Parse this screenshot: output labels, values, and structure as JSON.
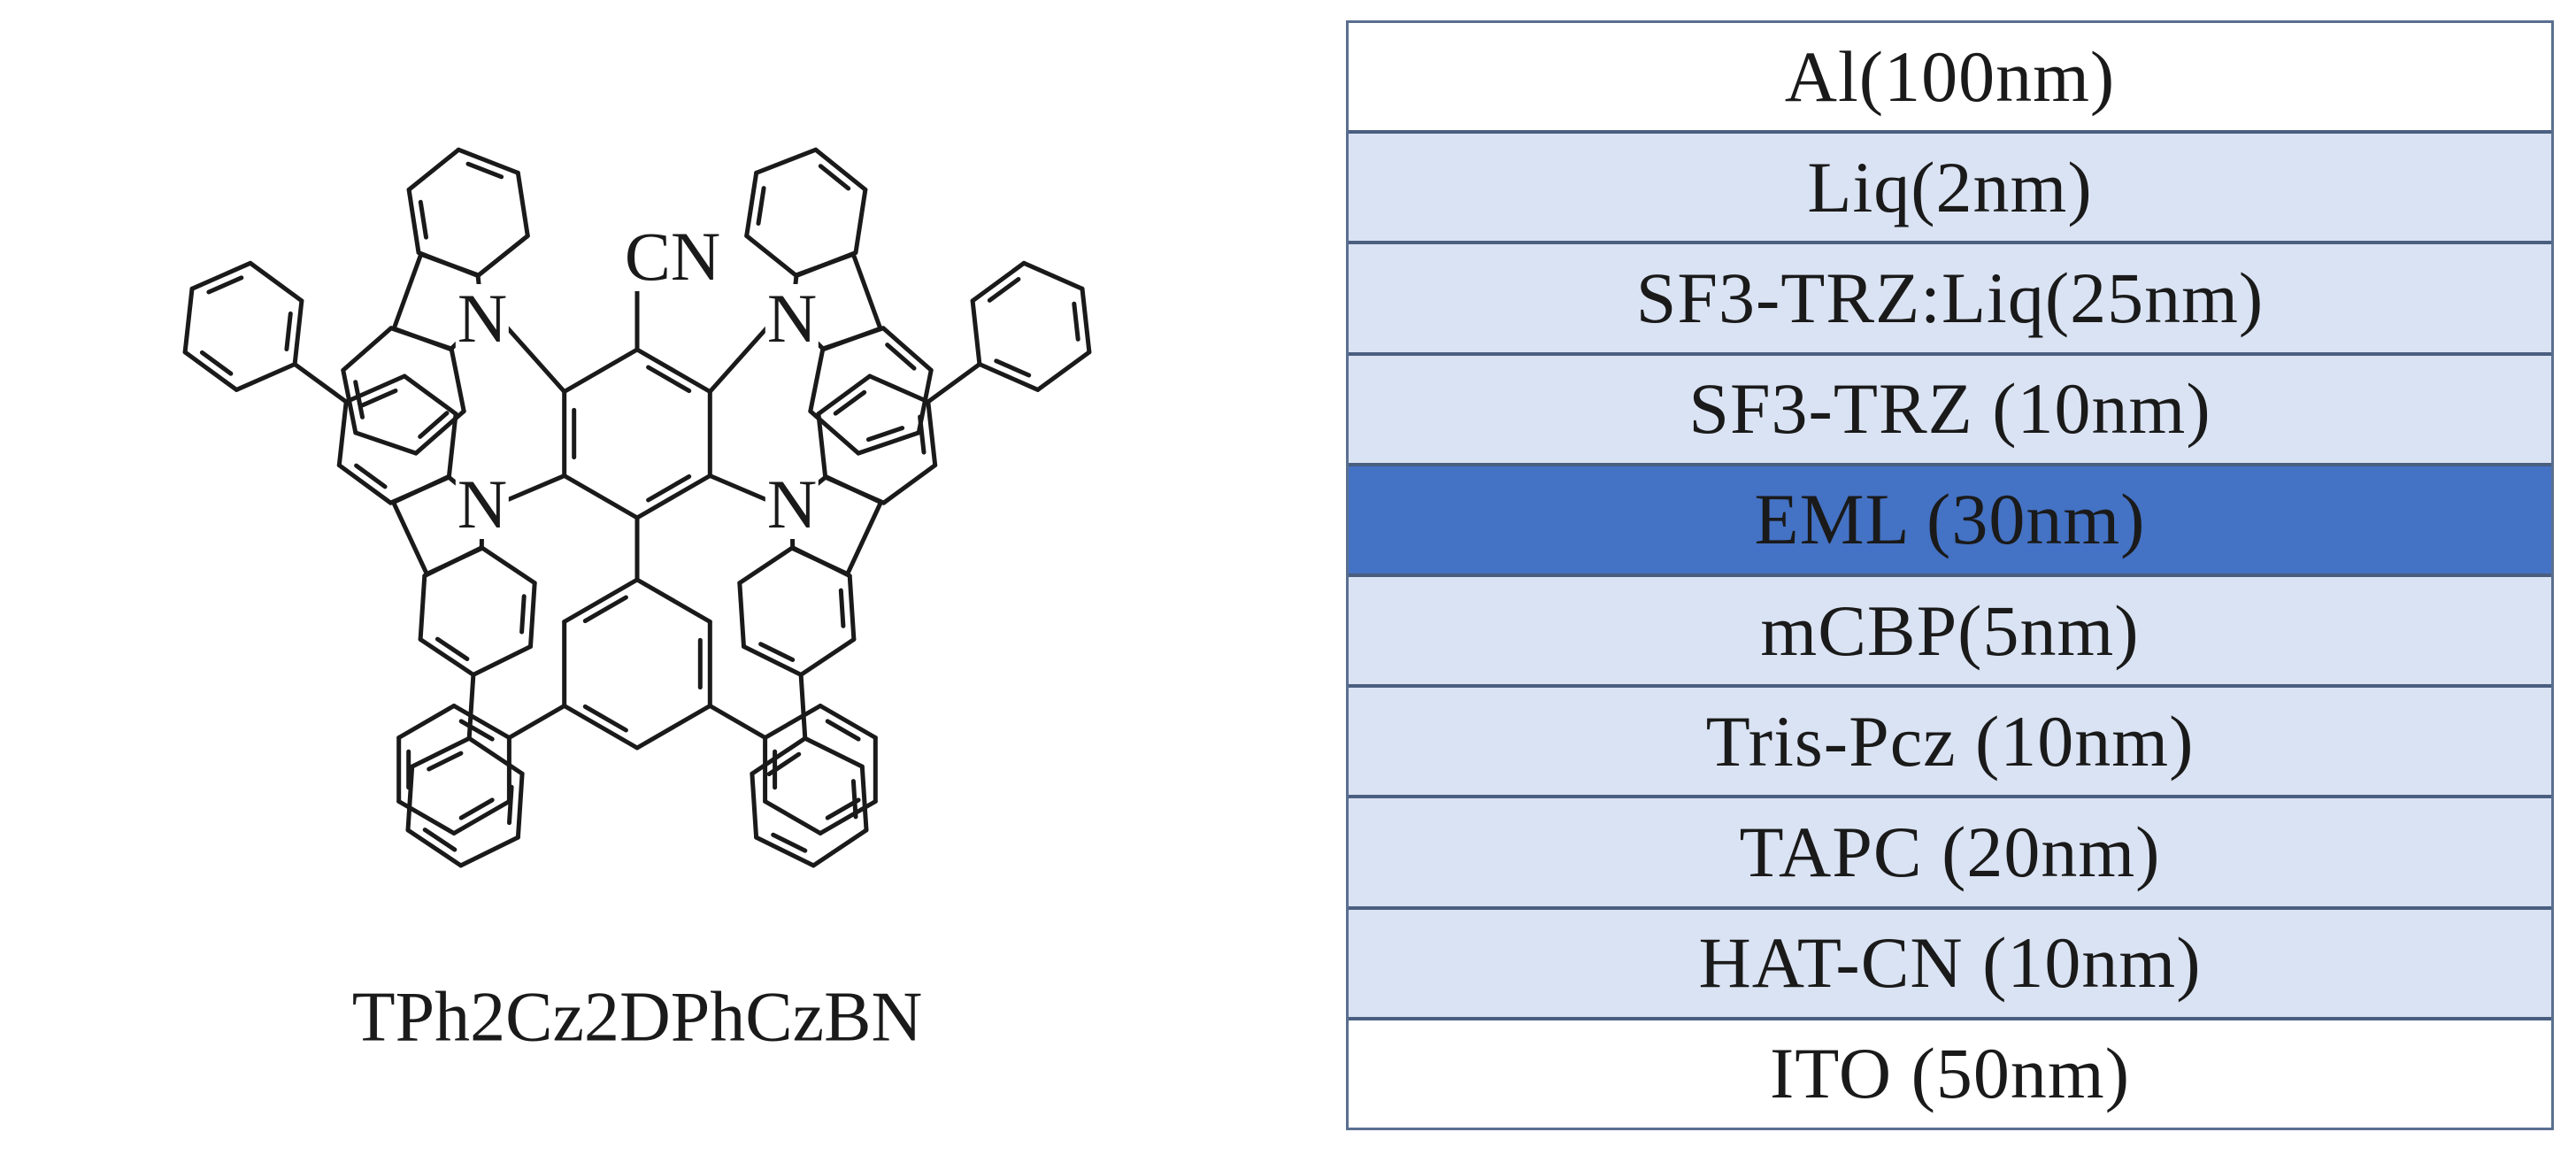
{
  "molecule": {
    "compound_name": "TPh2Cz2DPhCzBN",
    "atom_labels": {
      "cyano": "CN",
      "n_top_left": "N",
      "n_top_right": "N",
      "n_mid_left": "N",
      "n_mid_right": "N"
    }
  },
  "device": {
    "layers": [
      {
        "label": "Al(100nm)",
        "fill": "#ffffff"
      },
      {
        "label": "Liq(2nm)",
        "fill": "#dae3f3"
      },
      {
        "label": "SF3-TRZ:Liq(25nm)",
        "fill": "#dae3f3"
      },
      {
        "label": "SF3-TRZ (10nm)",
        "fill": "#dae3f3"
      },
      {
        "label": "EML (30nm)",
        "fill": "#4472c4"
      },
      {
        "label": "mCBP(5nm)",
        "fill": "#dae3f3"
      },
      {
        "label": "Tris-Pcz (10nm)",
        "fill": "#dae3f3"
      },
      {
        "label": "TAPC (20nm)",
        "fill": "#dae3f3"
      },
      {
        "label": "HAT-CN (10nm)",
        "fill": "#dae3f3"
      },
      {
        "label": "ITO (50nm)",
        "fill": "#ffffff"
      }
    ]
  }
}
